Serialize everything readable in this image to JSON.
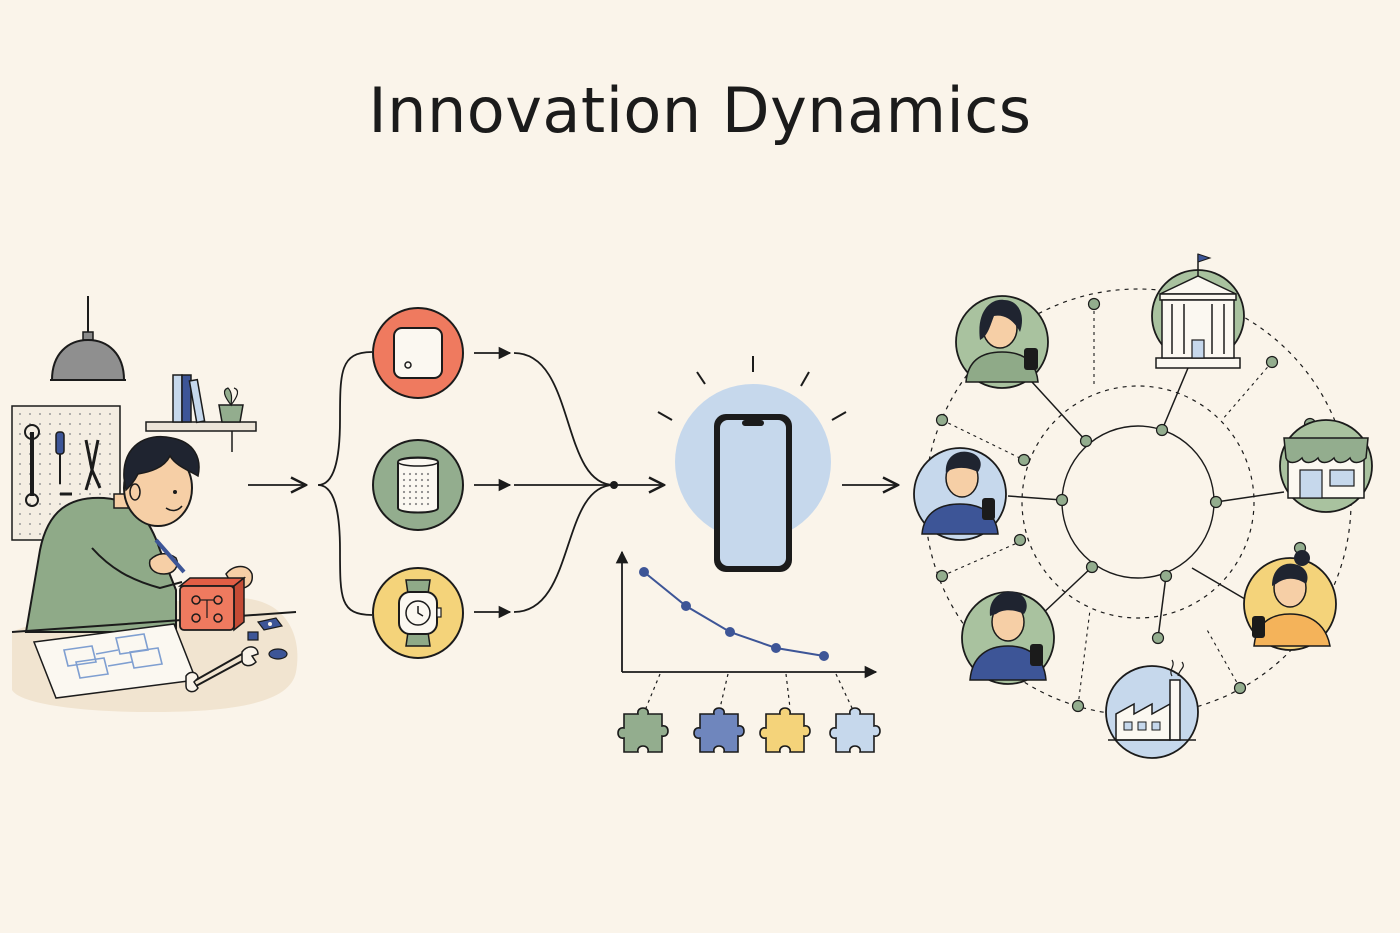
{
  "title": "Innovation Dynamics",
  "colors": {
    "background": "#faf4ea",
    "stroke": "#1b1b1b",
    "red": "#ef7a5f",
    "green": "#93ad8e",
    "yellow": "#f4d37a",
    "blue": "#c6d8ec",
    "navy": "#3d5597",
    "node": "#93ad8e"
  },
  "stages": [
    {
      "id": "inventor",
      "icons": [
        "pendant-lamp-icon",
        "bookshelf-icon",
        "tool-pegboard-icon",
        "person-icon",
        "prototype-cube-icon",
        "blueprint-icon",
        "wrench-icon"
      ]
    },
    {
      "id": "variants",
      "icons": [
        "smart-hub-icon",
        "smart-speaker-icon",
        "smartwatch-icon"
      ]
    },
    {
      "id": "dominant-design",
      "icons": [
        "smartphone-icon",
        "cost-curve-icon",
        "puzzle-pieces-icon"
      ]
    },
    {
      "id": "ecosystem",
      "icons": [
        "user-icon",
        "government-building-icon",
        "store-icon",
        "factory-icon"
      ]
    }
  ]
}
